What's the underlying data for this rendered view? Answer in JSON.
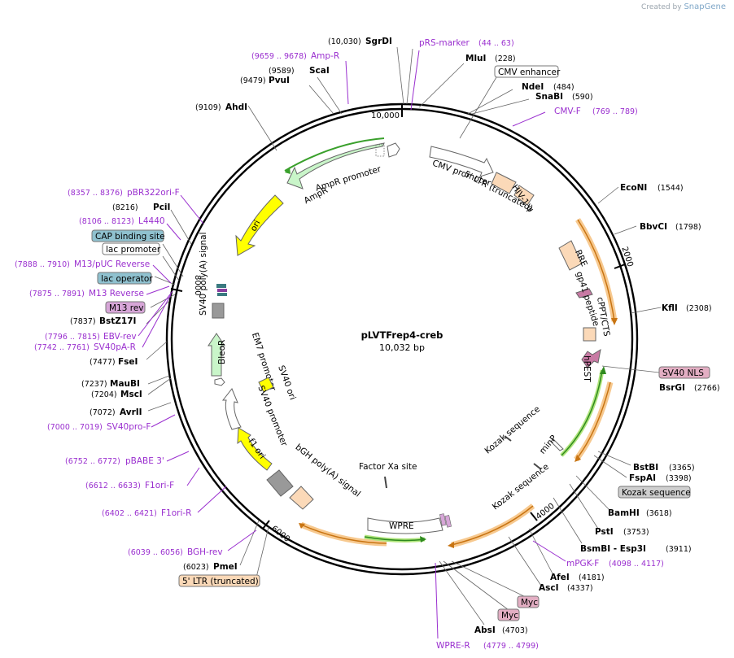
{
  "credit": {
    "prefix": "Created by",
    "brand": "SnapGene"
  },
  "plasmid": {
    "name": "pLVTFrep4-creb",
    "size": "10,032 bp"
  },
  "ticks": [
    "10,000",
    "2000",
    "4000",
    "6000",
    "8000"
  ],
  "enzymes_right": [
    {
      "name": "EcoNI",
      "pos": "(1544)"
    },
    {
      "name": "BbvCI",
      "pos": "(1798)"
    },
    {
      "name": "KflI",
      "pos": "(2308)"
    },
    {
      "name": "BsrGI",
      "pos": "(2766)"
    },
    {
      "name": "BstBI",
      "pos": "(3365)"
    },
    {
      "name": "FspAI",
      "pos": "(3398)"
    },
    {
      "name": "BamHI",
      "pos": "(3618)"
    },
    {
      "name": "PstI",
      "pos": "(3753)"
    },
    {
      "name": "BsmBI - Esp3I",
      "pos": "(3911)"
    },
    {
      "name": "AfeI",
      "pos": "(4181)"
    },
    {
      "name": "AscI",
      "pos": "(4337)"
    },
    {
      "name": "AbsI",
      "pos": "(4703)"
    }
  ],
  "enzymes_top": [
    {
      "name": "SgrDI",
      "pos": "(10,030)"
    },
    {
      "name": "MluI",
      "pos": "(228)"
    },
    {
      "name": "NdeI",
      "pos": "(484)"
    },
    {
      "name": "SnaBI",
      "pos": "(590)"
    },
    {
      "name": "ScaI",
      "pos": "(9589)"
    },
    {
      "name": "PvuI",
      "pos": "(9479)"
    },
    {
      "name": "AhdI",
      "pos": "(9109)"
    }
  ],
  "enzymes_left": [
    {
      "name": "PciI",
      "pos": "(8216)"
    },
    {
      "name": "BstZ17I",
      "pos": "(7837)"
    },
    {
      "name": "FseI",
      "pos": "(7477)"
    },
    {
      "name": "MauBI",
      "pos": "(7237)"
    },
    {
      "name": "MscI",
      "pos": "(7204)"
    },
    {
      "name": "AvrII",
      "pos": "(7072)"
    },
    {
      "name": "PmeI",
      "pos": "(6023)"
    }
  ],
  "primers": [
    {
      "name": "pRS-marker",
      "range": "(44 .. 63)"
    },
    {
      "name": "Amp-R",
      "range": "(9659 .. 9678)"
    },
    {
      "name": "CMV-F",
      "range": "(769 .. 789)"
    },
    {
      "name": "pBR322ori-F",
      "range": "(8357 .. 8376)"
    },
    {
      "name": "L4440",
      "range": "(8106 .. 8123)"
    },
    {
      "name": "M13/pUC Reverse",
      "range": "(7888 .. 7910)"
    },
    {
      "name": "M13 Reverse",
      "range": "(7875 .. 7891)"
    },
    {
      "name": "EBV-rev",
      "range": "(7796 .. 7815)"
    },
    {
      "name": "SV40pA-R",
      "range": "(7742 .. 7761)"
    },
    {
      "name": "SV40pro-F",
      "range": "(7000 .. 7019)"
    },
    {
      "name": "pBABE 3'",
      "range": "(6752 .. 6772)"
    },
    {
      "name": "F1ori-F",
      "range": "(6612 .. 6633)"
    },
    {
      "name": "F1ori-R",
      "range": "(6402 .. 6421)"
    },
    {
      "name": "BGH-rev",
      "range": "(6039 .. 6056)"
    },
    {
      "name": "mPGK-F",
      "range": "(4098 .. 4117)"
    },
    {
      "name": "WPRE-R",
      "range": "(4779 .. 4799)"
    }
  ],
  "boxed_labels": [
    {
      "text": "CMV enhancer",
      "color": "#ffffff"
    },
    {
      "text": "CAP binding site",
      "color": "#8fc1cf"
    },
    {
      "text": "lac promoter",
      "color": "#ffffff"
    },
    {
      "text": "lac operator",
      "color": "#8fc1cf"
    },
    {
      "text": "M13 rev",
      "color": "#d7a6d8"
    },
    {
      "text": "SV40 NLS",
      "color": "#e3aec3"
    },
    {
      "text": "Kozak sequence",
      "color": "#cfcfcf"
    },
    {
      "text": "Myc",
      "color": "#e3aec3"
    },
    {
      "text": "Myc",
      "color": "#e3aec3"
    },
    {
      "text": "5' LTR (truncated)",
      "color": "#fbd9b8"
    }
  ],
  "feature_labels": {
    "ampr_promoter": "AmpR promoter",
    "ampr": "AmpR",
    "ori": "ori",
    "cmv_promoter": "CMV promoter",
    "ltr5": "5' LTR (truncated)",
    "hiv": "HIV-1 ψ",
    "rre": "RRE",
    "gp41": "gp41 peptide",
    "cppt": "cPPT/CTS",
    "hpest": "hPEST",
    "sv40_polya": "SV40 poly(A) signal",
    "em7": "EM7 promoter",
    "bleor": "BleoR",
    "sv40_ori": "SV40 ori",
    "sv40_promoter": "SV40 promoter",
    "f1_ori": "f1 ori",
    "bgh": "bGH poly(A) signal",
    "factor_xa": "Factor Xa site",
    "wpre": "WPRE",
    "kozak1": "Kozak sequence",
    "kozak2": "Kozak sequence",
    "minp": "minP"
  },
  "colors": {
    "primer": "#9a2fcf",
    "ampr": "#c9f5c9",
    "ori": "#ffff00",
    "orange_feature": "#ee9a2e",
    "green_feature": "#3aa02c",
    "promoter_fill": "#ffffff",
    "ltr": "#fbd9b8"
  }
}
